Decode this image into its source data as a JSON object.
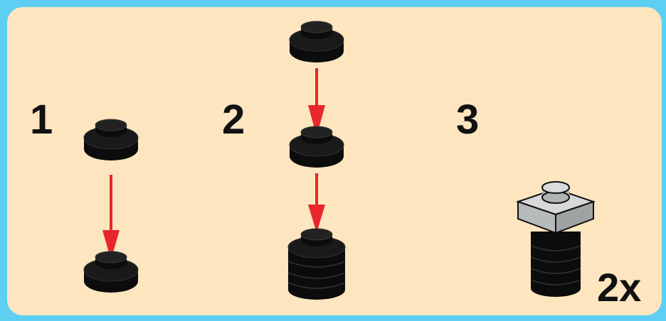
{
  "steps": [
    {
      "number": "1"
    },
    {
      "number": "2"
    },
    {
      "number": "3"
    }
  ],
  "quantity": "2x",
  "colors": {
    "frame": "#5ecff2",
    "panel": "#fde6bf",
    "arrow": "#e8262b",
    "brick_black": "#101010",
    "plate_grey": "#c9cccd"
  },
  "icons": [
    "round-plate-1x1-icon",
    "arrow-down-icon",
    "stacked-round-plates-icon",
    "grey-plate-1x1-icon"
  ]
}
